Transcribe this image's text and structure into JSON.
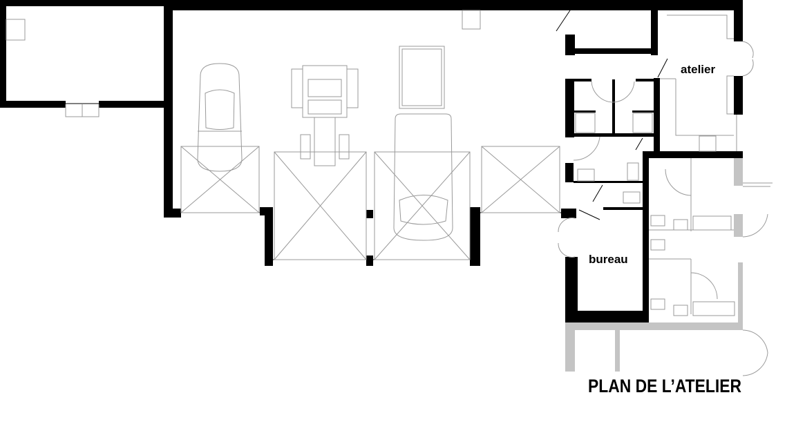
{
  "plan": {
    "title": "PLAN DE L’ATELIER",
    "rooms": {
      "atelier": "atelier",
      "bureau": "bureau"
    },
    "colors": {
      "wall": "#000000",
      "existing_wall": "#c4c4c4",
      "furniture": "#999999"
    }
  }
}
